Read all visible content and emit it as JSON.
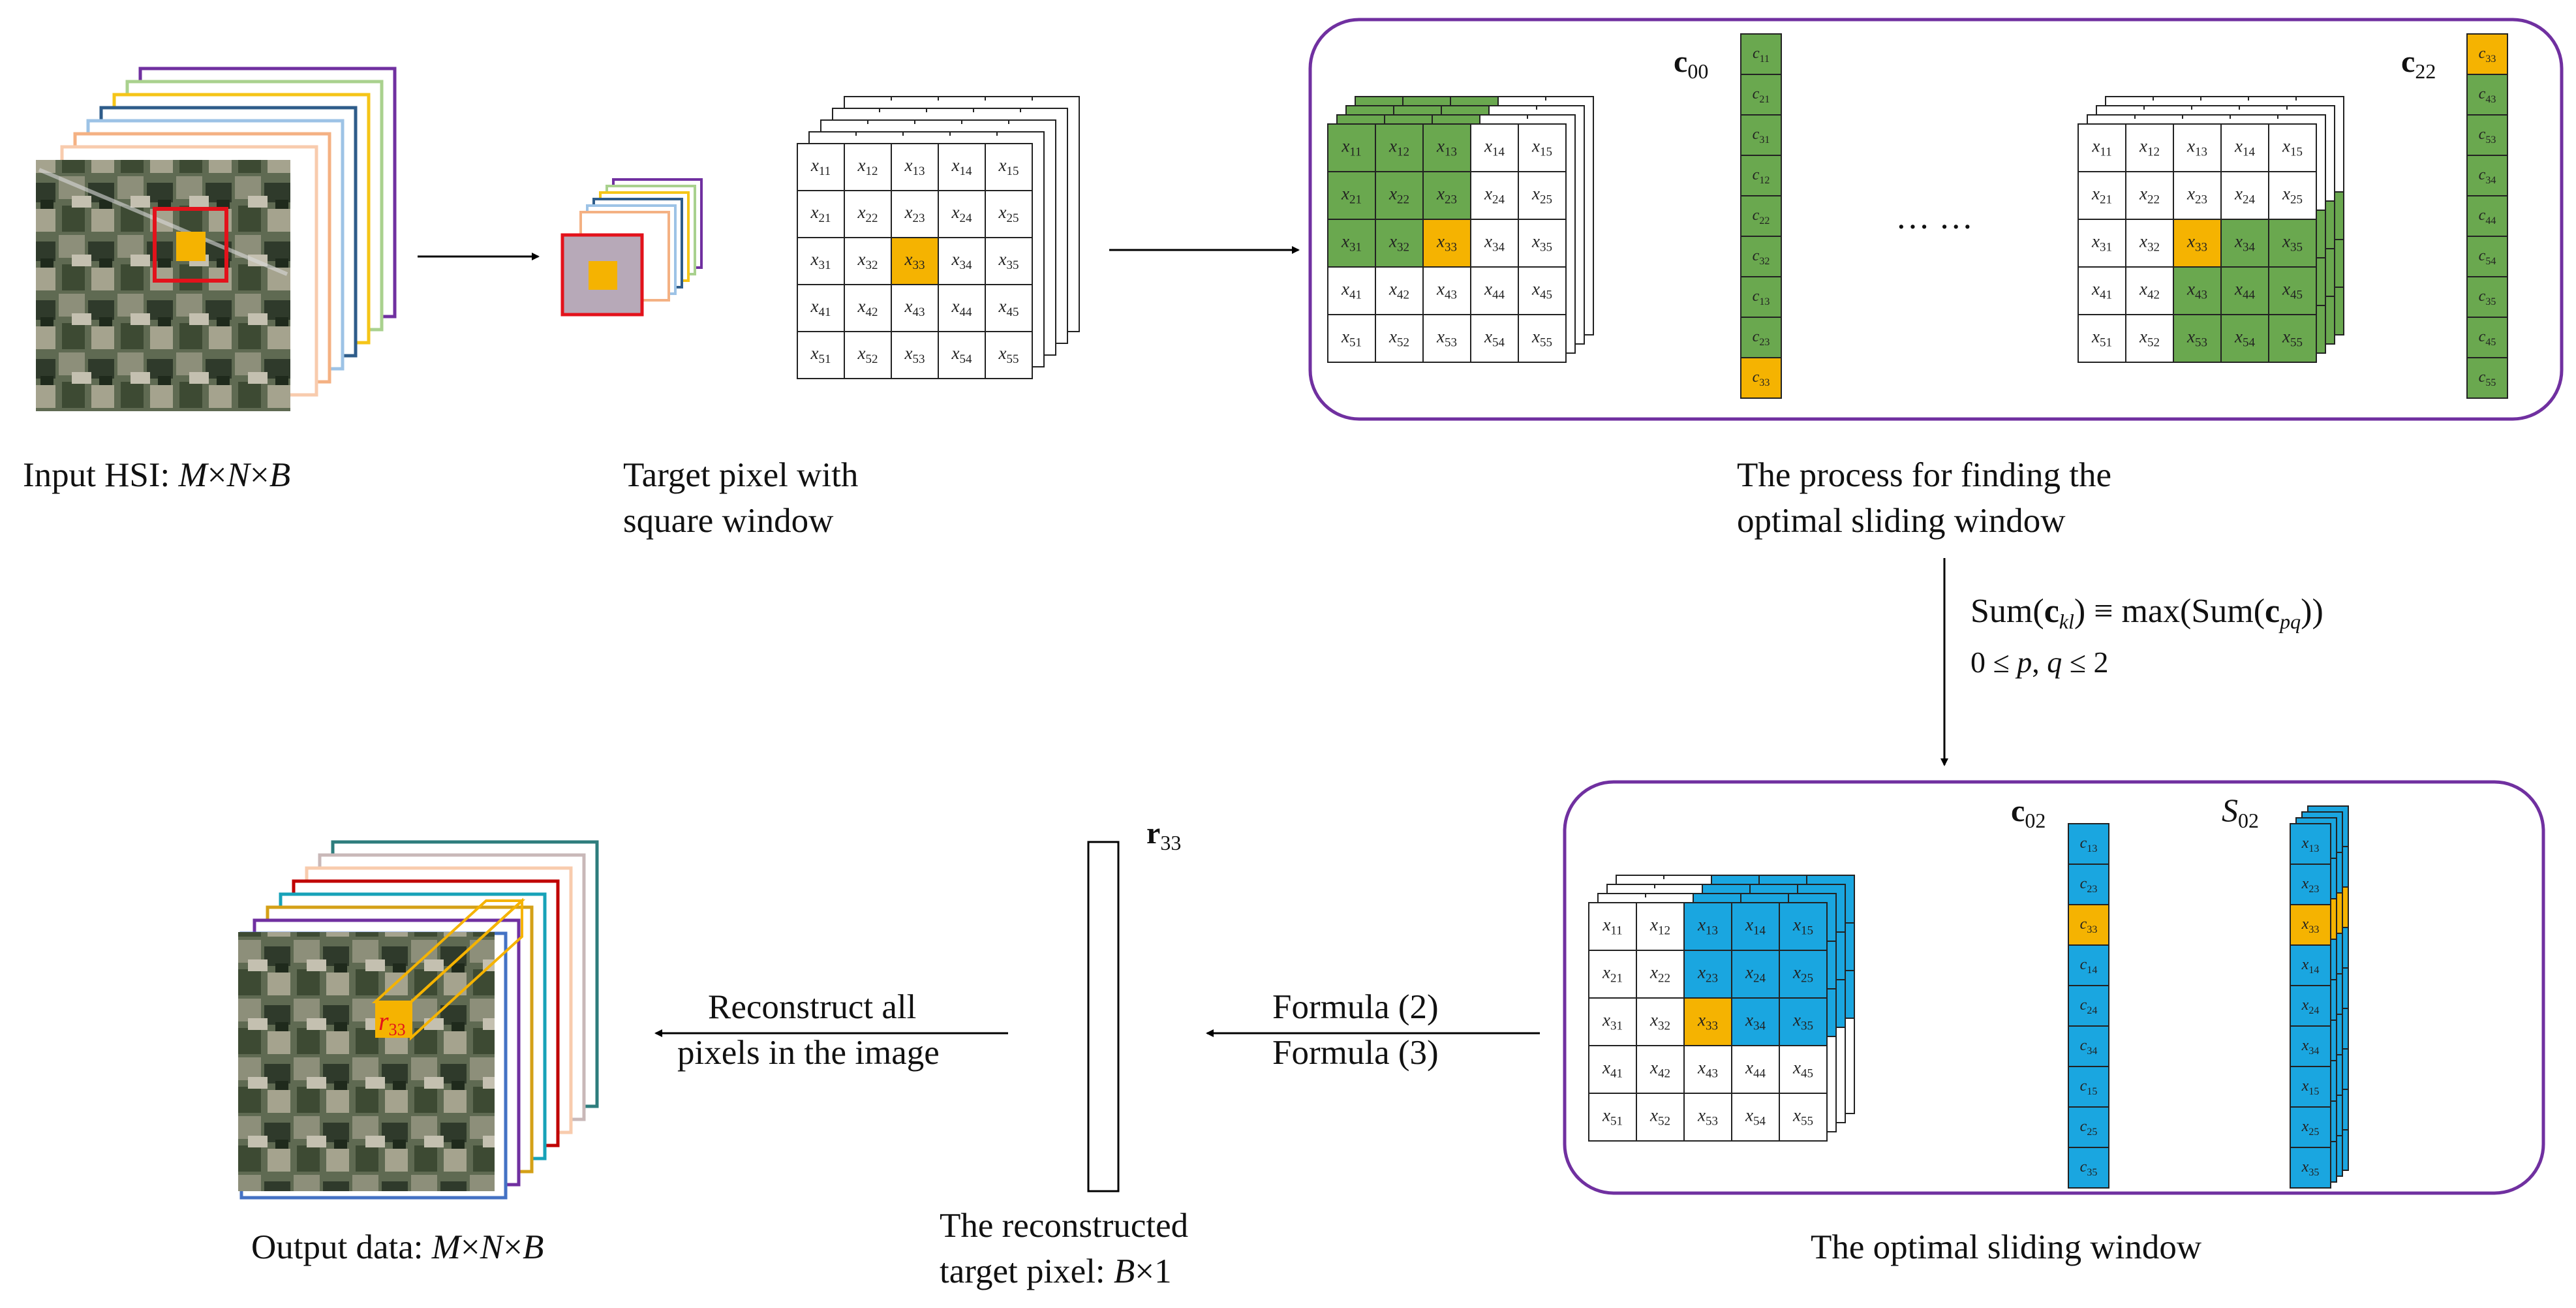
{
  "captions": {
    "input": "Input HSI: M×N×B",
    "target_window_1": "Target pixel with",
    "target_window_2": "square window",
    "process_1": "The process for finding the",
    "process_2": "optimal sliding window",
    "optimal": "The optimal sliding window",
    "reconstructed_1": "The reconstructed",
    "reconstructed_2": "target pixel: B×1",
    "output": "Output data: M×N×B",
    "reconstruct_all_1": "Reconstruct all",
    "reconstruct_all_2": "pixels in the image",
    "formula2": "Formula (2)",
    "formula3": "Formula (3)"
  },
  "equations": {
    "line1": "Sum(c_kl) ≡ max(Sum(c_pq))",
    "line2": "0 ≤ p, q ≤ 2"
  },
  "ellipsis": "··· ···",
  "labels": {
    "c00": "c00",
    "c22": "c22",
    "c02": "c02",
    "s02": "S02",
    "r33": "r33",
    "r33_in_image": "r33"
  },
  "grid_cells": [
    "x11",
    "x12",
    "x13",
    "x14",
    "x15",
    "x21",
    "x22",
    "x23",
    "x24",
    "x25",
    "x31",
    "x32",
    "x33",
    "x34",
    "x35",
    "x41",
    "x42",
    "x43",
    "x44",
    "x45",
    "x51",
    "x52",
    "x53",
    "x54",
    "x55"
  ],
  "vector_c00": [
    "c11",
    "c21",
    "c31",
    "c12",
    "c22",
    "c32",
    "c13",
    "c23",
    "c33"
  ],
  "vector_c22": [
    "c33",
    "c43",
    "c53",
    "c34",
    "c44",
    "c54",
    "c35",
    "c45",
    "c55"
  ],
  "vector_c02": [
    "c13",
    "c23",
    "c33",
    "c14",
    "c24",
    "c34",
    "c15",
    "c25",
    "c35"
  ],
  "vector_s02": [
    "x13",
    "x23",
    "x33",
    "x14",
    "x24",
    "x34",
    "x15",
    "x25",
    "x35"
  ],
  "colors": {
    "green": "#6aa84f",
    "blue": "#1aa6e0",
    "orange": "#f5b301",
    "purple": "#7030a0",
    "red": "#e3121b"
  }
}
